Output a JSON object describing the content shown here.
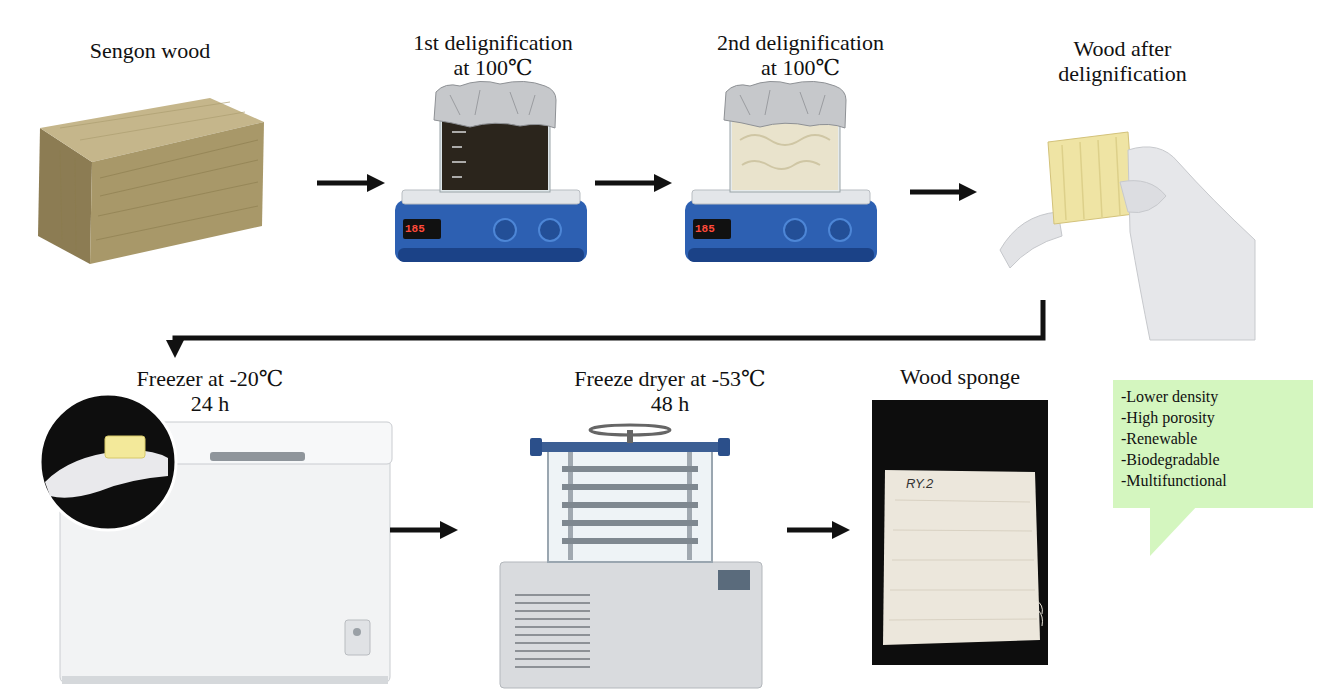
{
  "diagram": {
    "nodes": [
      {
        "text": [
          "Sengon wood"
        ]
      },
      {
        "text": [
          "1st delignification at 100℃"
        ]
      },
      {
        "text": [
          "2nd delignification at 100℃"
        ]
      },
      {
        "text": [
          "Wood after delignification"
        ]
      },
      {
        "text": [
          "Freezer at -20℃",
          "24 h"
        ]
      },
      {
        "text": [
          "Freeze dryer at -53℃",
          "48 h"
        ]
      },
      {
        "text": [
          "Wood sponge"
        ]
      },
      {
        "text": [
          "-Lower density",
          "-High porosity",
          "-Renewable",
          "-Biodegradable",
          "-Multifunctional"
        ]
      }
    ],
    "edges": [
      {
        "from": 0,
        "to": 1,
        "arrow": "to"
      },
      {
        "from": 1,
        "to": 2,
        "arrow": "to"
      },
      {
        "from": 2,
        "to": 3,
        "arrow": "to"
      },
      {
        "from": 3,
        "to": 4,
        "arrow": "to"
      },
      {
        "from": 4,
        "to": 5,
        "arrow": "to"
      },
      {
        "from": 5,
        "to": 6,
        "arrow": "to"
      }
    ],
    "labels": [
      "185",
      "185",
      "RY.2"
    ]
  }
}
